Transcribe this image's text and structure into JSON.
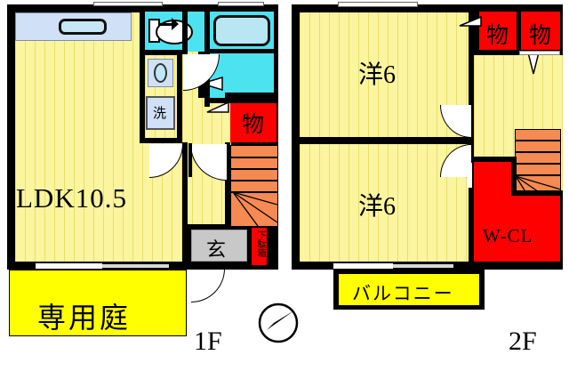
{
  "plan": {
    "title_1f": "1F",
    "title_2f": "2F",
    "compass": "compass-rose-north"
  },
  "floor1": {
    "rooms": [
      {
        "key": "ldk",
        "label": "LDK10.5",
        "type": "living-dining-kitchen"
      },
      {
        "key": "toilet",
        "label": "",
        "type": "toilet"
      },
      {
        "key": "bath",
        "label": "",
        "type": "bathroom"
      },
      {
        "key": "washer",
        "label": "洗",
        "type": "washing-machine"
      },
      {
        "key": "storage",
        "label": "物",
        "type": "storage-closet"
      },
      {
        "key": "entry",
        "label": "玄",
        "type": "entrance"
      },
      {
        "key": "shoebox",
        "label": "下駄箱",
        "type": "shoe-cabinet"
      },
      {
        "key": "garden",
        "label": "専用庭",
        "type": "private-garden"
      }
    ]
  },
  "floor2": {
    "rooms": [
      {
        "key": "room_north",
        "label": "洋6",
        "type": "western-room"
      },
      {
        "key": "room_south",
        "label": "洋6",
        "type": "western-room"
      },
      {
        "key": "storage_a",
        "label": "物",
        "type": "storage-closet"
      },
      {
        "key": "storage_b",
        "label": "物",
        "type": "storage-closet"
      },
      {
        "key": "wcl",
        "label": "W-CL",
        "type": "walk-in-closet"
      },
      {
        "key": "balcony",
        "label": "バルコニー",
        "type": "balcony"
      }
    ]
  },
  "colors": {
    "wall": "#000000",
    "tatami": "#fbf5a0",
    "garden_yellow": "#ffff00",
    "storage_red": "#ff0000",
    "stairs_orange": "#f58a52",
    "bath_cyan": "#4de2f0",
    "entry_gray": "#c8c8c8",
    "counter_blue": "#cfe0f7"
  }
}
